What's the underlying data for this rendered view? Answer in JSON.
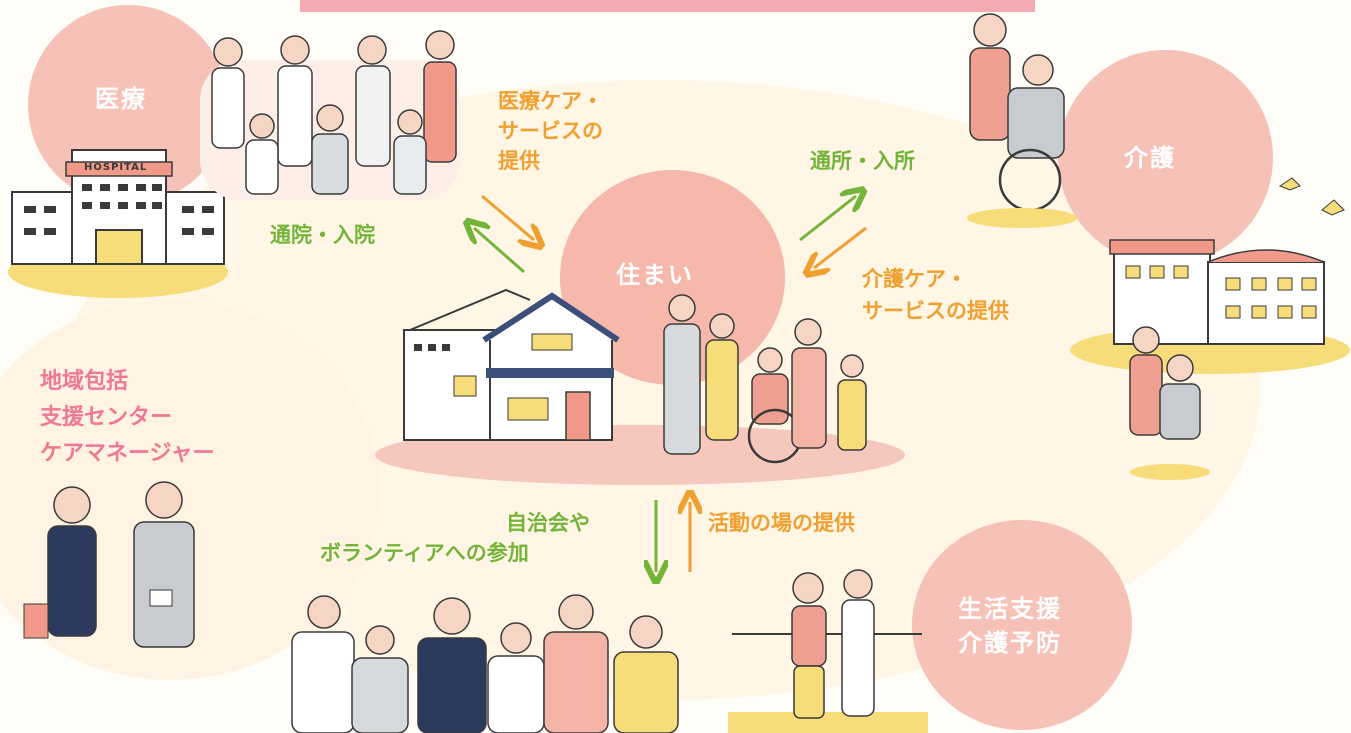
{
  "hubs": {
    "medical": "医療",
    "care": "介護",
    "home": "住まい",
    "living_support": [
      "生活支援",
      "介護予防"
    ]
  },
  "flows": {
    "medical_care_service": [
      "医療ケア・",
      "サービスの",
      "提供"
    ],
    "hospital_visit": "通院・入院",
    "daycare_admission": "通所・入所",
    "nursing_care_service": [
      "介護ケア・",
      "サービスの提供"
    ],
    "community_participation": [
      "自治会や",
      "ボランティアへの参加"
    ],
    "activity_place": "活動の場の提供"
  },
  "support_center": [
    "地域包括",
    "支援センター",
    "ケアマネージャー"
  ],
  "hospital_sign": "HOSPITAL",
  "colors": {
    "hub_pink": "#f6b8aa",
    "arrow_green": "#74b43a",
    "arrow_orange": "#f0a030",
    "label_pink": "#f07890",
    "banner": "#f4a9b3"
  }
}
